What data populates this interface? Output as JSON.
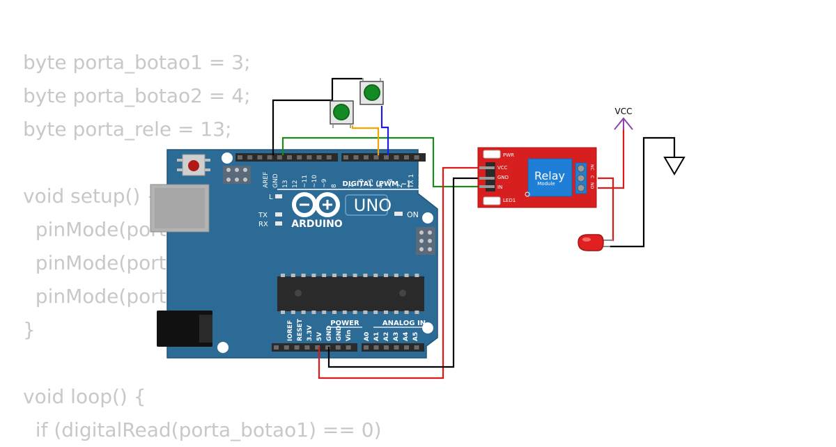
{
  "code": {
    "lines": [
      "byte porta_botao1 = 3;",
      "byte porta_botao2 = 4;",
      "byte porta_rele = 13;",
      "",
      "void setup() {",
      "  pinMode(porta_botao1, INPUT_PULLUP);",
      "  pinMode(porta_botao2, INPUT_PULLUP);",
      "  pinMode(porta_rele, OUTPUT);",
      "}",
      "",
      "void loop() {",
      "  if (digitalRead(porta_botao1) == 0)"
    ]
  },
  "arduino": {
    "brand": "ARDUINO",
    "model": "UNO",
    "digital_header": "DIGITAL (PWM ~)",
    "power_header": "POWER",
    "analog_header": "ANALOG IN",
    "led_l": "L",
    "led_tx": "TX",
    "led_rx": "RX",
    "led_on": "ON",
    "digital_pins": [
      "AREF",
      "GND",
      "13",
      "12",
      "~11",
      "~10",
      "~9",
      "8",
      "7",
      "~6",
      "~5",
      "4",
      "~3",
      "2",
      "TX 1",
      "RX 0"
    ],
    "power_pins": [
      "IOREF",
      "RESET",
      "3.3V",
      "5V",
      "GND",
      "GND",
      "Vin"
    ],
    "analog_pins": [
      "A0",
      "A1",
      "A2",
      "A3",
      "A4",
      "A5"
    ]
  },
  "relay": {
    "title": "Relay",
    "subtitle": "Module",
    "pin_vcc": "VCC",
    "pin_gnd": "GND",
    "pin_in": "IN",
    "led_pwr": "PWR",
    "led_1": "LED1",
    "terminals": [
      "NC",
      "C",
      "NO"
    ]
  },
  "vcc_label": "VCC",
  "colors": {
    "board": "#2b6b96",
    "relay": "#d81f1f",
    "relay_block": "#1f7fd6",
    "wire_black": "#000000",
    "wire_green": "#1a8a1a",
    "wire_orange": "#f5a300",
    "wire_blue": "#1c1ce0",
    "wire_red": "#e01818",
    "vcc_arrow": "#8e44ad",
    "button_cap": "#138a24",
    "led": "#e02020"
  }
}
